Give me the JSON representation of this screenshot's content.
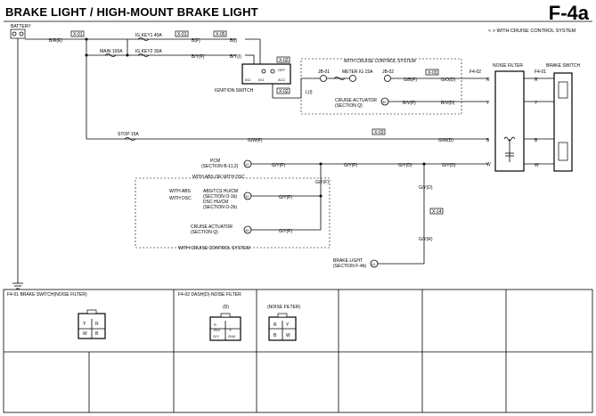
{
  "title": "BRAKE LIGHT / HIGH-MOUNT BRAKE LIGHT",
  "page_code": "F-4a",
  "legend_note": "< > WITH CRUISE CONTROL SYSTEM",
  "battery": "BATTERY",
  "fuses": {
    "main": "MAIN 100A",
    "ig1": "IG KEY1 40A",
    "ig2": "IG KEY2 30A",
    "stop": "STOP 15A",
    "meter": "METER IG 15A"
  },
  "connectors": {
    "x01a": "X-01",
    "x01b": "X-01",
    "x05": "X-05",
    "x02a": "X-02",
    "x02b": "X-02",
    "x03a": "X-03",
    "x03b": "X-03",
    "x14": "X-14",
    "jb01": "JB-01",
    "jb02": "JB-02",
    "f402": "F4-02",
    "f401": "F4-01"
  },
  "wires": {
    "br_e": "B/R(E)",
    "b_f": "B(F)",
    "b_f2": "B(I)",
    "bw_f": "B/Y(F)",
    "bw_f2": "B/Y(I)",
    "l": "L(I)",
    "gb": "G/B(F)",
    "go": "G/O(D)",
    "r": "R",
    "rv": "R/V(F)",
    "rv2": "R/V(D)",
    "y": "Y",
    "gw": "G/W(F)",
    "gw2": "G/W(D)",
    "b": "B",
    "gy1": "G/Y(F)",
    "gy2": "G/Y(F)",
    "gy3": "G/Y(D)",
    "gy4": "G/Y(D)",
    "w": "W",
    "gy5": "G/Y(F)",
    "gy6": "G/Y(F)",
    "gy7": "G/Y(F)",
    "gyd": "G/Y(D)",
    "gyr": "G/Y(R)"
  },
  "terminals": {
    "t_x02_1": "IG2",
    "t_x02_2": "IG1",
    "t_x02_3": "ACC",
    "t_off": "OFF",
    "t_ign": "IG1"
  },
  "components": {
    "ignition_switch": "IGNITION SWITCH",
    "cruise_box": "WITH CRUISE CONTROL SYSTEM",
    "cruise_actuator_1": "CRUISE ACTUATOR",
    "cruise_actuator_1_ref": "(SECTION Q)",
    "noise_filter": "NOISE FILTER",
    "brake_switch": "BRAKE SWITCH",
    "pcm": "PCM",
    "pcm_ref": "(SECTION B-11,2)",
    "abs_box": "WITH ABS OR WITH DSC",
    "with_abs": "WITH ABS",
    "with_dsc": "WITH DSC",
    "abs_hu": "ABS/TCS HU/CM",
    "abs_ref": "(SECTION O-1b)",
    "dsc_hu": "DSC HU/CM",
    "dsc_ref": "(SECTION O-2b)",
    "cruise_actuator_2": "CRUISE ACTUATOR",
    "cruise_actuator_2_ref": "(SECTION Q)",
    "cruise_box_2": "WITH CRUISE CONTROL SYSTEM",
    "brake_light": "BRAKE LIGHT",
    "brake_light_ref": "(SECTION F-4b)"
  },
  "circle_labels": {
    "c30": "30",
    "c31": "31",
    "c22": "22",
    "c32": "32",
    "c40": "40",
    "c43": "43",
    "c44": "44",
    "c41": "41"
  },
  "panels": {
    "p1_title": "F4-01 BRAKE SWITCH(NOISE FILTER)",
    "p2_title": "F4-02 DASH(D)-NOISE FILTER",
    "p2_sub_d": "(D)",
    "p2_sub_nf": "(NOISE FILTER)",
    "p1_pins": [
      "Y",
      "R",
      "W",
      "B"
    ],
    "p2d_pins": [
      "R",
      "-",
      "-R/V",
      "Y",
      "G/Y",
      "G/W"
    ],
    "p2nf_pins": [
      "R",
      "Y",
      "B",
      "W"
    ]
  }
}
